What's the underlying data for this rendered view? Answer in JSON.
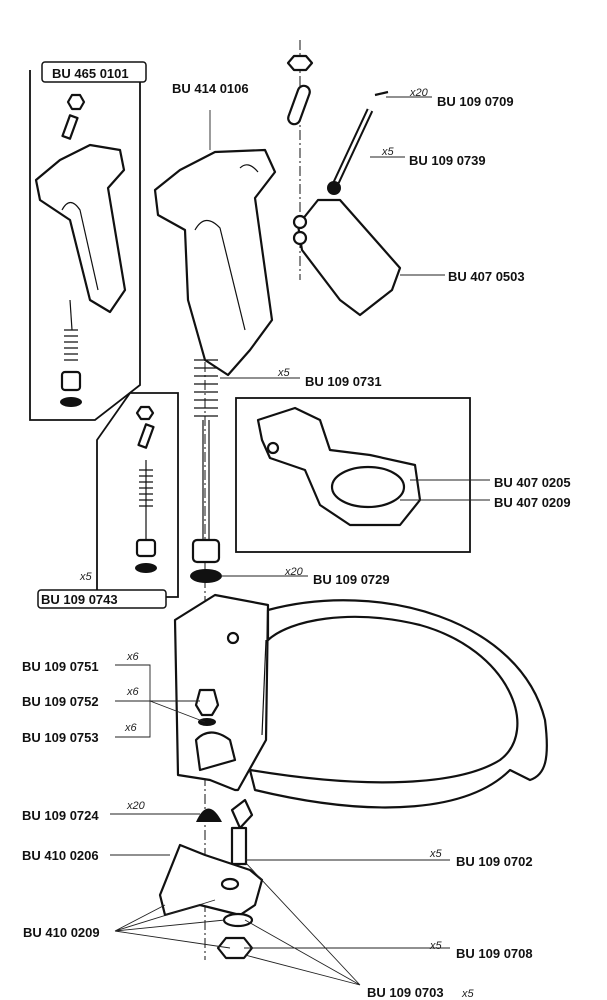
{
  "title": "Exploded parts diagram",
  "labels": {
    "bu4650101": "BU 465 0101",
    "bu4140106": "BU 414 0106",
    "bu1090709": "BU 109 0709",
    "bu1090739": "BU 109 0739",
    "bu4070503": "BU 407 0503",
    "bu1090731": "BU 109 0731",
    "bu4070205": "BU 407 0205",
    "bu4070209": "BU 407 0209",
    "bu1090743": "BU 109 0743",
    "bu1090729": "BU 109 0729",
    "bu1090751": "BU 109 0751",
    "bu1090752": "BU 109 0752",
    "bu1090753": "BU 109 0753",
    "bu1090724": "BU 109 0724",
    "bu4100206": "BU 410 0206",
    "bu1090702": "BU 109 0702",
    "bu4100209": "BU 410 0209",
    "bu1090708": "BU 109 0708",
    "bu1090703": "BU 109 0703"
  },
  "quantities": {
    "bu1090709": "x20",
    "bu1090739": "x5",
    "bu1090731": "x5",
    "bu1090743": "x5",
    "bu1090729": "x20",
    "bu1090751": "x6",
    "bu1090752": "x6",
    "bu1090753": "x6",
    "bu1090724": "x20",
    "bu1090702": "x5",
    "bu1090708": "x5",
    "bu1090703": "x5"
  }
}
